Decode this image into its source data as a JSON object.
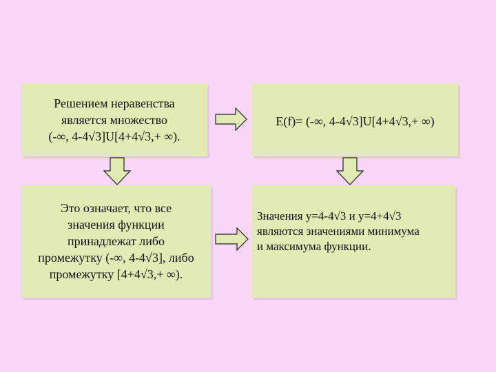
{
  "box_top_left": {
    "lines": [
      "Решением неравенства",
      "является множество",
      "(-∞, 4-4√3]U[4+4√3,+ ∞)."
    ]
  },
  "box_top_right": {
    "lines": [
      "E(f)= (-∞, 4-4√3]U[4+4√3,+ ∞)"
    ]
  },
  "box_bottom_left": {
    "lines": [
      "Это означает, что все",
      "значения функции",
      "принадлежат либо",
      "промежутку (-∞, 4-4√3], либо",
      "промежутку [4+4√3,+ ∞)."
    ]
  },
  "box_bottom_right": {
    "lines": [
      "Значения y=4-4√3 и y=4+4√3",
      "являются значениями минимума",
      "и максимума функции."
    ]
  },
  "colors": {
    "background": "#f9d7f9",
    "box_fill": "#e3ebb4",
    "arrow_fill": "#e3ebb4",
    "arrow_stroke": "#222222"
  }
}
